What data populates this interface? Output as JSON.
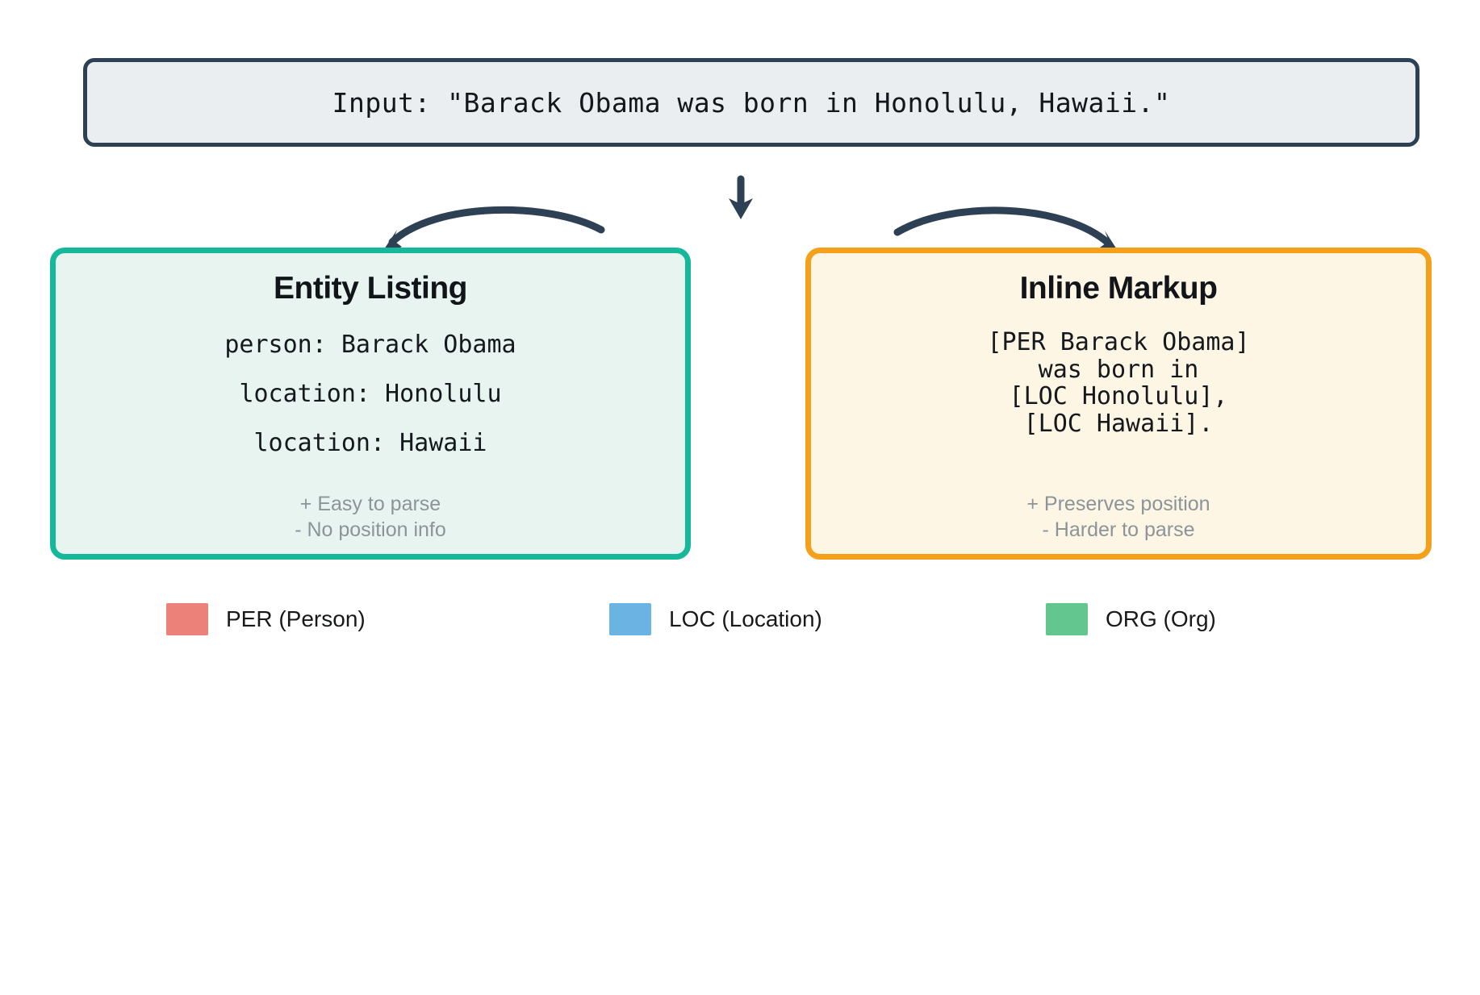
{
  "input": {
    "text": "Input: \"Barack Obama was born in Honolulu, Hawaii.\"",
    "border_color": "#2E4053",
    "fill_color": "#EAEEF0"
  },
  "arrows": {
    "color": "#2E4053",
    "down_arrow_name": "down-arrow",
    "left_arrow_name": "curved-arrow-to-entity-listing",
    "right_arrow_name": "curved-arrow-to-inline-markup"
  },
  "panels": [
    {
      "id": "entity-listing",
      "title": "Entity Listing",
      "border_color": "#15B89A",
      "fill_color": "#E7F4F0",
      "lines": [
        "person: Barack Obama",
        "location: Honolulu",
        "location: Hawaii"
      ],
      "notes": [
        "+ Easy to parse",
        "- No position info"
      ]
    },
    {
      "id": "inline-markup",
      "title": "Inline Markup",
      "border_color": "#F5A01A",
      "fill_color": "#FDF6E4",
      "lines": [
        "[PER Barack Obama]",
        "was born in",
        "[LOC Honolulu],",
        "[LOC Hawaii]."
      ],
      "notes": [
        "+ Preserves position",
        "- Harder to parse"
      ]
    }
  ],
  "legend": {
    "items": [
      {
        "label": "PER (Person)",
        "color": "#EC8179"
      },
      {
        "label": "LOC (Location)",
        "color": "#6BB3E3"
      },
      {
        "label": "ORG (Org)",
        "color": "#63C68E"
      }
    ]
  }
}
